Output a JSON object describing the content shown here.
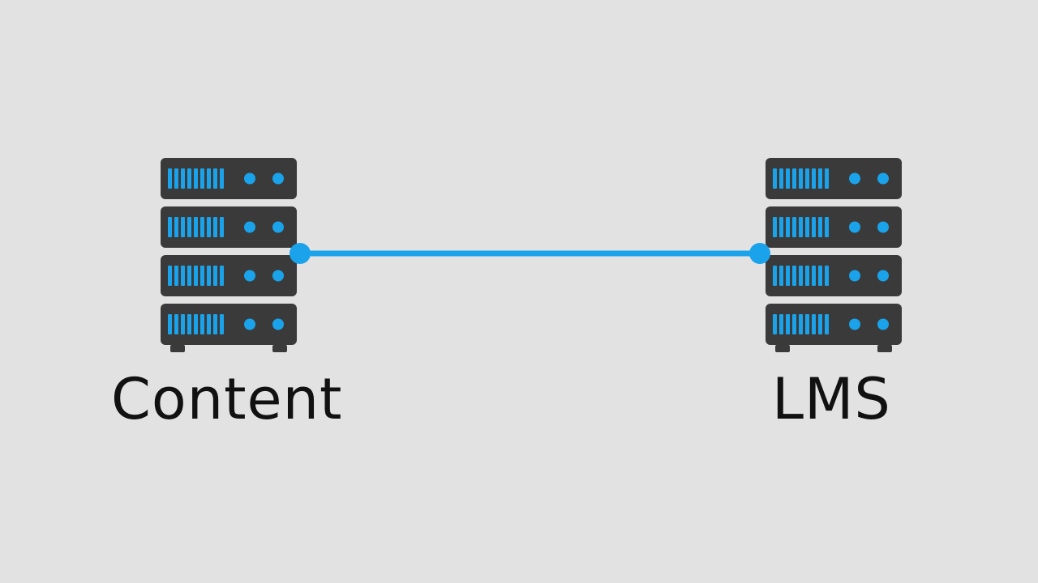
{
  "nodes": [
    {
      "id": "content",
      "label": "Content",
      "icon": "server-rack-icon"
    },
    {
      "id": "lms",
      "label": "LMS",
      "icon": "server-rack-icon"
    }
  ],
  "connection": {
    "from": "content",
    "to": "lms",
    "style": "solid line with endpoint dots"
  },
  "colors": {
    "background": "#e2e2e2",
    "server_body": "#3a3a3a",
    "accent": "#1aa3ea",
    "label_text": "#111111"
  }
}
